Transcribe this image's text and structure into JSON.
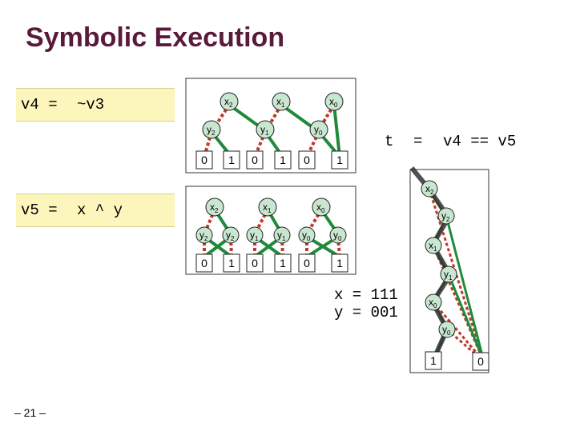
{
  "title": "Symbolic Execution",
  "v4": {
    "lhs": "v4 =",
    "rhs": "~v3"
  },
  "v5": {
    "lhs": "v5 =",
    "rhs": "x ^ y"
  },
  "t_expr": {
    "t": "t",
    "eq": "=",
    "rhs": "v4 == v5"
  },
  "assignment": {
    "x": "x = 111",
    "y": "y = 001"
  },
  "page_number": "– 21 –",
  "v4_bdd": {
    "x_nodes": [
      {
        "v": "x",
        "s": "2"
      },
      {
        "v": "x",
        "s": "1"
      },
      {
        "v": "x",
        "s": "0"
      }
    ],
    "y_nodes": [
      {
        "v": "y",
        "s": "2"
      },
      {
        "v": "y",
        "s": "1"
      },
      {
        "v": "y",
        "s": "0"
      }
    ],
    "leaves": [
      "0",
      "1",
      "0",
      "1",
      "0",
      "1"
    ]
  },
  "v5_bdd": {
    "x_nodes": [
      {
        "v": "x",
        "s": "2"
      },
      {
        "v": "x",
        "s": "1"
      },
      {
        "v": "x",
        "s": "0"
      }
    ],
    "y_nodes": [
      {
        "v": "y",
        "s": "2"
      },
      {
        "v": "y",
        "s": "2"
      },
      {
        "v": "y",
        "s": "1"
      },
      {
        "v": "y",
        "s": "1"
      },
      {
        "v": "y",
        "s": "0"
      },
      {
        "v": "y",
        "s": "0"
      }
    ],
    "leaves": [
      "0",
      "1",
      "0",
      "1",
      "0",
      "1"
    ]
  },
  "t_bdd": {
    "nodes": [
      {
        "v": "x",
        "s": "2"
      },
      {
        "v": "y",
        "s": "2"
      },
      {
        "v": "x",
        "s": "1"
      },
      {
        "v": "y",
        "s": "1"
      },
      {
        "v": "x",
        "s": "0"
      },
      {
        "v": "y",
        "s": "0"
      }
    ],
    "leaves": [
      "1",
      "0"
    ]
  },
  "colors": {
    "title": "#5a1a3a",
    "box": "#fcf6bd",
    "node": "#c8e6d0",
    "hi_edge": "#1f8a3a",
    "lo_edge": "#c0392b",
    "path": "#333333"
  }
}
